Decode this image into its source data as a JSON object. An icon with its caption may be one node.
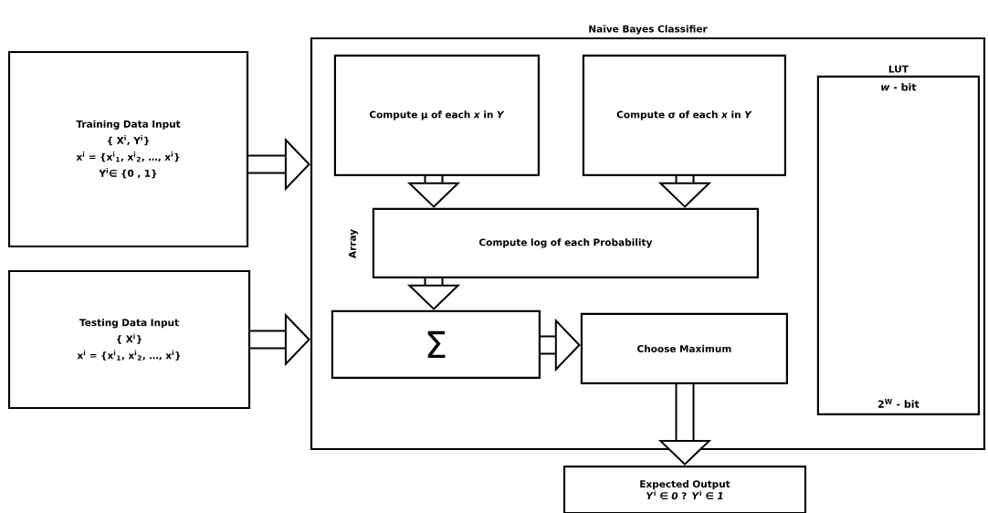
{
  "diagram": {
    "nodes": [
      {
        "text": [
          "Training Data Input",
          "{ X$^{i}$, Y$^{i}$}",
          "x$^{i}$ = {x$^{i}$$_{1}$, x$^{i}$$_{2}$, …, x$^{i}$}",
          "Y$^{i}$∈ {0 , 1}"
        ]
      },
      {
        "text": [
          "Testing Data Input",
          "{ X$^{i}$}",
          "x$^{i}$ = {x$^{i}$$_{1}$, x$^{i}$$_{2}$, …, x$^{i}$}"
        ]
      },
      {
        "text": [
          "Naïve Bayes Classifier"
        ]
      },
      {
        "text": [
          "Compute μ of each *x* in *Y*"
        ],
        "in": 2
      },
      {
        "text": [
          "Compute σ of each *x* in *Y*"
        ],
        "in": 2
      },
      {
        "text": [
          "Compute log of each Probability"
        ],
        "in": 2
      },
      {
        "text": [
          "Σ"
        ],
        "in": 2
      },
      {
        "text": [
          "Choose Maximum"
        ],
        "in": 2
      },
      {
        "text": [
          "LUT",
          "*w* - bit",
          "2$^{W}$ - bit"
        ],
        "in": 2
      },
      {
        "text": [
          "Expected Output",
          "*Y*$^{i}$ ∈ *0*  ?  *Y*$^{i}$ ∈ *1*"
        ]
      }
    ],
    "edges": [
      {
        "from": 0,
        "to": 2,
        "arrow": "to"
      },
      {
        "from": 1,
        "to": 2,
        "arrow": "to"
      },
      {
        "from": 3,
        "to": 5,
        "arrow": "to"
      },
      {
        "from": 4,
        "to": 5,
        "arrow": "to"
      },
      {
        "from": 5,
        "to": 6,
        "arrow": "to"
      },
      {
        "from": 6,
        "to": 7,
        "arrow": "to"
      },
      {
        "from": 7,
        "to": 9,
        "arrow": "to"
      }
    ],
    "labels": [
      "Array"
    ]
  }
}
